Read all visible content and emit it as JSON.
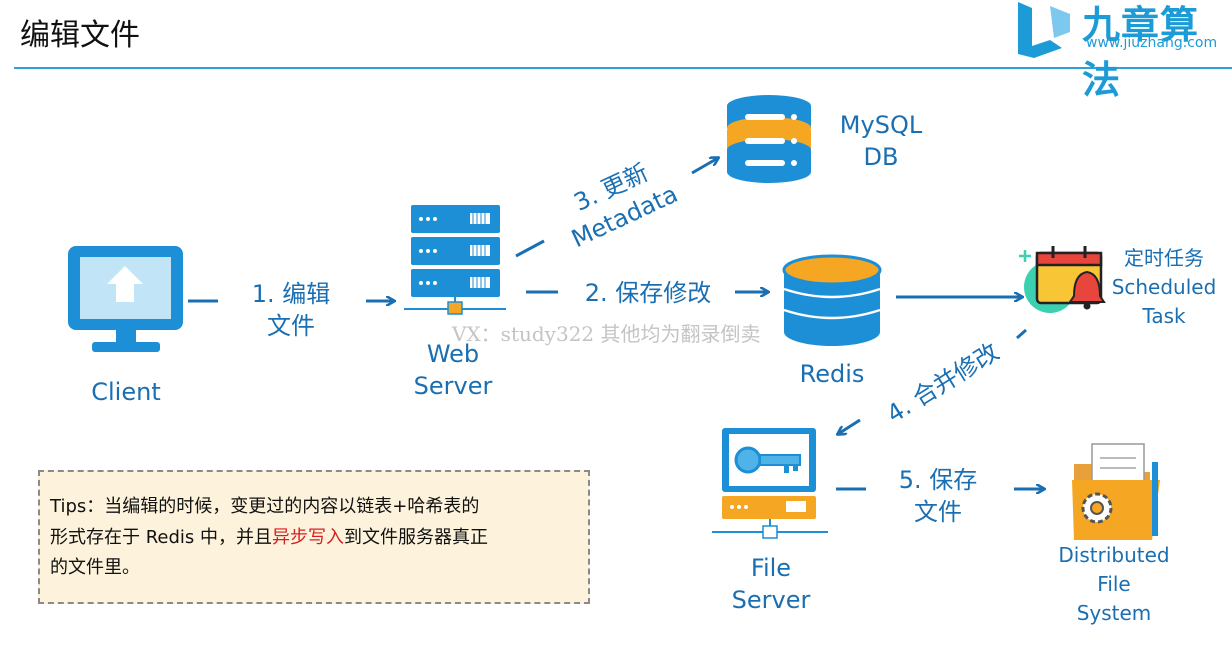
{
  "page": {
    "title": "编辑文件"
  },
  "logo": {
    "text": "九章算法",
    "url": "www.jiuzhang.com"
  },
  "nodes": {
    "client": "Client",
    "web_server": [
      "Web",
      "Server"
    ],
    "mysql": [
      "MySQL",
      "DB"
    ],
    "redis": "Redis",
    "scheduled_task": [
      "定时任务",
      "Scheduled",
      "Task"
    ],
    "file_server": [
      "File",
      "Server"
    ],
    "dfs": [
      "Distributed",
      "File",
      "System"
    ]
  },
  "steps": {
    "s1": [
      "1. 编辑",
      "文件"
    ],
    "s2": "2. 保存修改",
    "s3": [
      "3. 更新",
      "Metadata"
    ],
    "s4": "4. 合并修改",
    "s5": [
      "5. 保存",
      "文件"
    ]
  },
  "watermark": "VX：study322 其他均为翻录倒卖",
  "tips": {
    "line1": "Tips：当编辑的时候，变更过的内容以链表+哈希表的",
    "line2_a": "形式存在于 Redis 中，并且",
    "line2_highlight": "异步写入",
    "line2_b": "到文件服务器真正",
    "line3": "的文件里。"
  },
  "colors": {
    "accent": "#1a6fb3",
    "rule": "#2ea2d6",
    "highlight": "#d61f1f",
    "tips_bg": "#fdf3dc"
  }
}
